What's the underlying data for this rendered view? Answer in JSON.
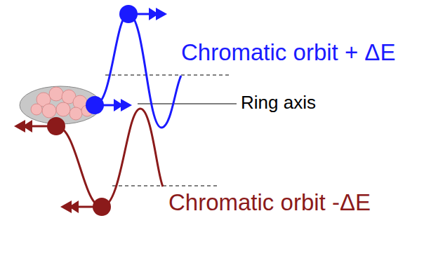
{
  "diagram": {
    "labels": [
      "Chromatic orbit + ΔE",
      "Ring axis",
      "Chromatic orbit -ΔE"
    ]
  }
}
